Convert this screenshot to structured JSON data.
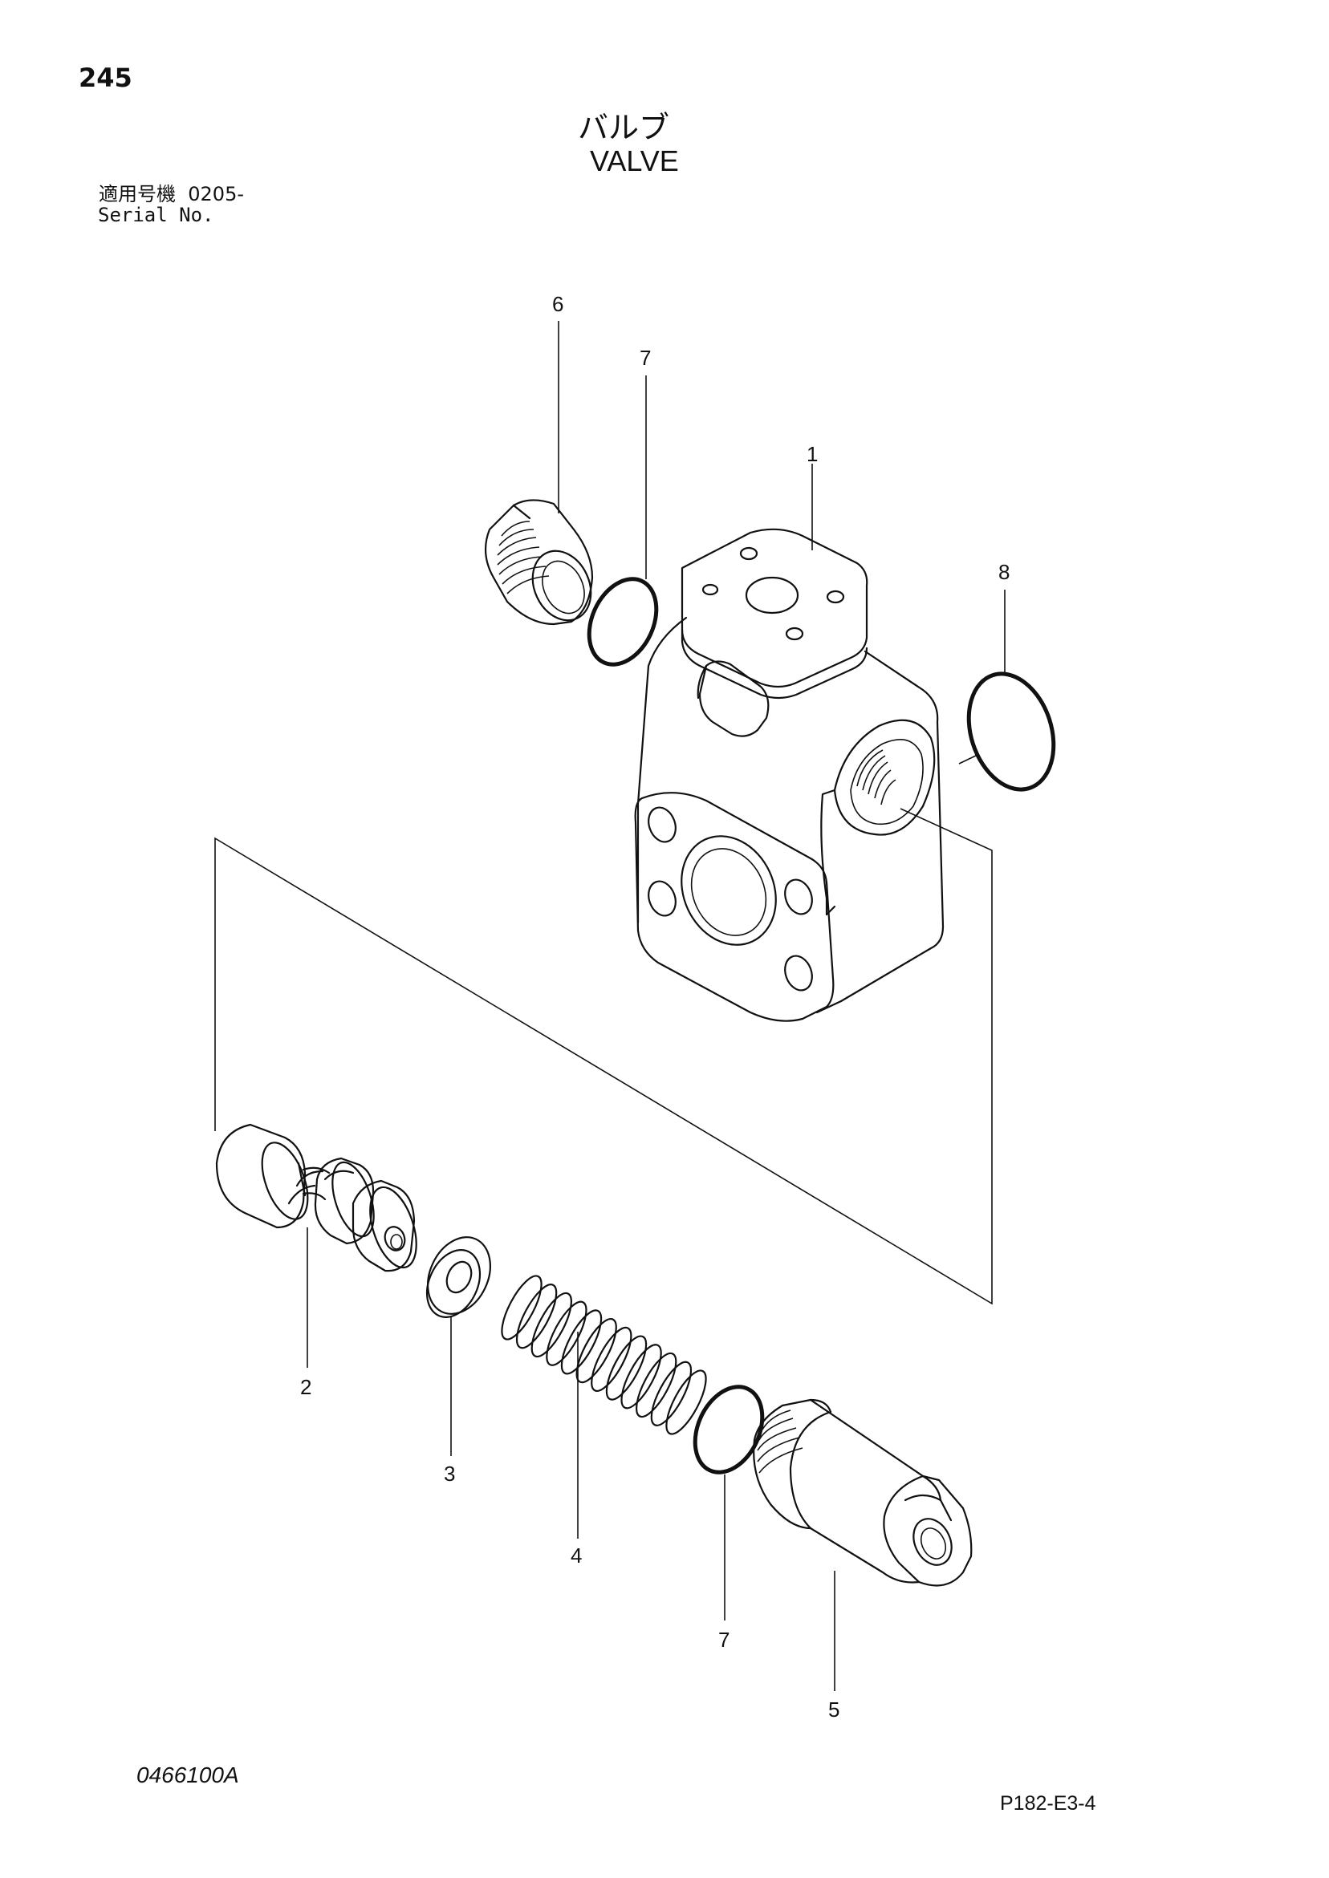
{
  "header": {
    "page_number": "245",
    "title_jp": "バルブ",
    "title_en": "VALVE",
    "serial_label_jp": "適用号機",
    "serial_value": "0205-",
    "serial_label_en": "Serial No."
  },
  "callouts": [
    {
      "id": "6",
      "label": "6"
    },
    {
      "id": "7a",
      "label": "7"
    },
    {
      "id": "1",
      "label": "1"
    },
    {
      "id": "8",
      "label": "8"
    },
    {
      "id": "2",
      "label": "2"
    },
    {
      "id": "3",
      "label": "3"
    },
    {
      "id": "4",
      "label": "4"
    },
    {
      "id": "7b",
      "label": "7"
    },
    {
      "id": "5",
      "label": "5"
    }
  ],
  "parts": [
    {
      "name": "valve-body",
      "callout": "1"
    },
    {
      "name": "spool",
      "callout": "2"
    },
    {
      "name": "washer",
      "callout": "3"
    },
    {
      "name": "spring",
      "callout": "4"
    },
    {
      "name": "plug",
      "callout": "5"
    },
    {
      "name": "plug-cap",
      "callout": "6"
    },
    {
      "name": "o-ring",
      "callout": "7"
    },
    {
      "name": "o-ring-large",
      "callout": "8"
    }
  ],
  "footer": {
    "drawing_number": "0466100A",
    "figure_code": "P182-E3-4"
  }
}
